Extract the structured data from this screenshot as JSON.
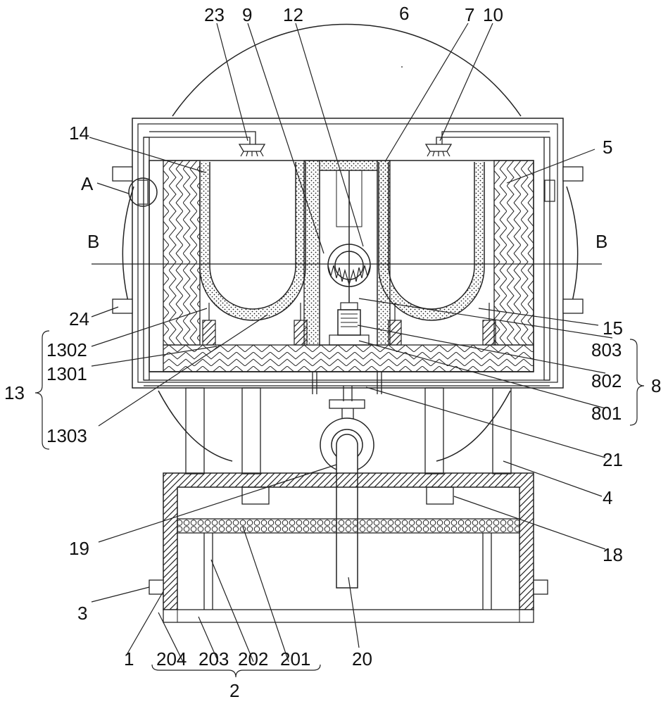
{
  "labels": {
    "l23": "23",
    "l9": "9",
    "l12": "12",
    "l6": "6",
    "l7": "7",
    "l10": "10",
    "l14": "14",
    "l5": "5",
    "lA": "A",
    "lB_left": "B",
    "lB_right": "B",
    "l24": "24",
    "l15": "15",
    "l1302": "1302",
    "l803": "803",
    "l13": "13",
    "l1301": "1301",
    "l802": "802",
    "l8": "8",
    "l1303": "1303",
    "l801": "801",
    "l21": "21",
    "l4": "4",
    "l19": "19",
    "l18": "18",
    "l3": "3",
    "l1": "1",
    "l204": "204",
    "l203": "203",
    "l202": "202",
    "l201": "201",
    "l20": "20",
    "l2": "2"
  }
}
